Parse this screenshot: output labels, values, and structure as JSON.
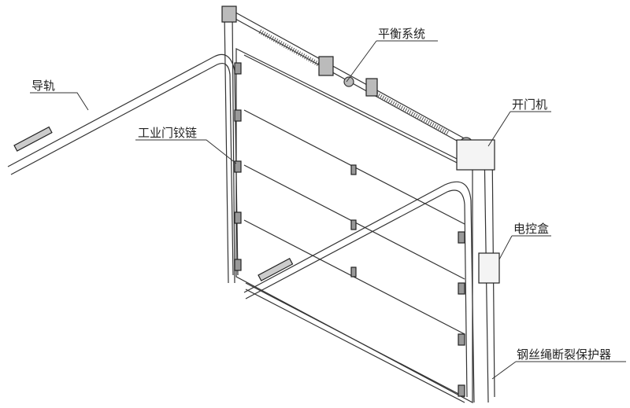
{
  "labels": {
    "track": "导轨",
    "balance_system": "平衡系统",
    "hinge": "工业门铰链",
    "opener": "开门机",
    "control_box": "电控盒",
    "cable_break_protector": "钢丝绳断裂保护器"
  },
  "colors": {
    "line": "#333333",
    "spring": "#555555"
  }
}
